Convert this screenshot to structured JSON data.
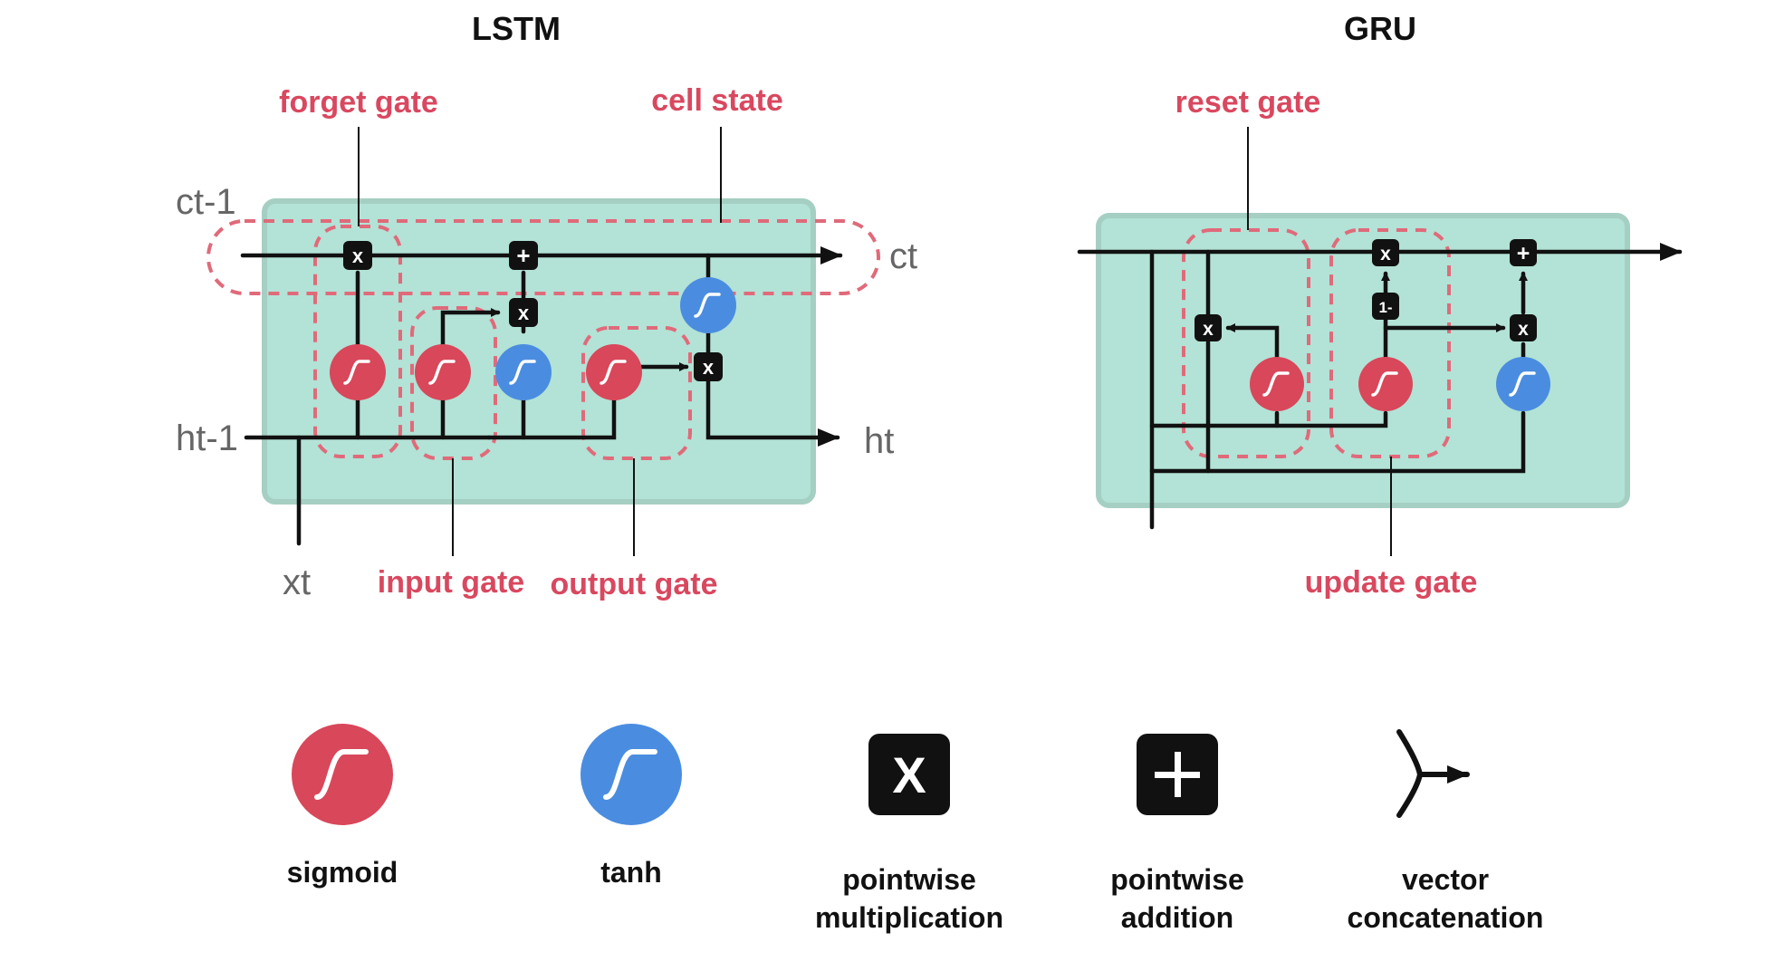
{
  "colors": {
    "panel_fill": "#b3e2d6",
    "panel_border": "#a5cfc2",
    "gate_label": "#d9485f",
    "dashed": "#e06a7a",
    "sigmoid": "#d9475a",
    "tanh": "#4a8de0",
    "line": "#111111",
    "op_box": "#111111"
  },
  "lstm": {
    "title": "LSTM",
    "labels": {
      "forget_gate": "forget gate",
      "cell_state": "cell state",
      "input_gate": "input gate",
      "output_gate": "output gate"
    },
    "vars": {
      "c_prev": "ct-1",
      "c_next": "ct",
      "h_prev": "ht-1",
      "h_next": "ht",
      "x": "xt"
    },
    "ops": {
      "mult": "x",
      "add": "+"
    }
  },
  "gru": {
    "title": "GRU",
    "labels": {
      "reset_gate": "reset gate",
      "update_gate": "update gate"
    },
    "ops": {
      "mult": "x",
      "add": "+",
      "one_minus": "1-"
    }
  },
  "legend": {
    "items": [
      {
        "icon": "sigmoid-icon",
        "line1": "sigmoid",
        "line2": ""
      },
      {
        "icon": "tanh-icon",
        "line1": "tanh",
        "line2": ""
      },
      {
        "icon": "multiply-icon",
        "line1": "pointwise",
        "line2": "multiplication"
      },
      {
        "icon": "plus-icon",
        "line1": "pointwise",
        "line2": "addition"
      },
      {
        "icon": "concatenation-icon",
        "line1": "vector",
        "line2": "concatenation"
      }
    ],
    "mult_symbol": "X",
    "add_symbol": "+"
  }
}
